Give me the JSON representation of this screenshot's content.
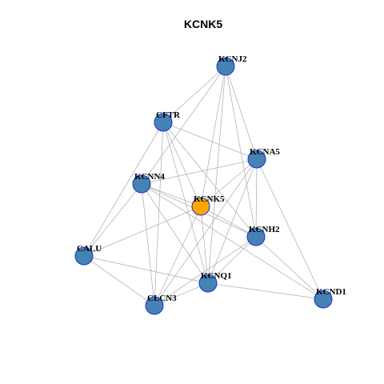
{
  "title": "KCNK5",
  "colors": {
    "node": "#4682b4",
    "center_node": "#ffa500",
    "node_border": "#1f2fd0",
    "edge": "#b4b4b4"
  },
  "nodes": [
    {
      "id": "KCNJ2",
      "label": "KCNJ2"
    },
    {
      "id": "CFTR",
      "label": "CFTR"
    },
    {
      "id": "KCNA5",
      "label": "KCNA5"
    },
    {
      "id": "KCNN4",
      "label": "KCNN4"
    },
    {
      "id": "KCNK5",
      "label": "KCNK5",
      "center": true
    },
    {
      "id": "KCNH2",
      "label": "KCNH2"
    },
    {
      "id": "CALU",
      "label": "CALU"
    },
    {
      "id": "KCNQ1",
      "label": "KCNQ1"
    },
    {
      "id": "KCND1",
      "label": "KCND1"
    },
    {
      "id": "CLCN3",
      "label": "CLCN3"
    }
  ],
  "edges": [
    [
      "KCNJ2",
      "CFTR"
    ],
    [
      "KCNJ2",
      "KCNA5"
    ],
    [
      "KCNJ2",
      "KCNN4"
    ],
    [
      "KCNJ2",
      "KCNK5"
    ],
    [
      "KCNJ2",
      "KCNH2"
    ],
    [
      "KCNJ2",
      "KCNQ1"
    ],
    [
      "CFTR",
      "KCNA5"
    ],
    [
      "CFTR",
      "KCNK5"
    ],
    [
      "CFTR",
      "KCNH2"
    ],
    [
      "CFTR",
      "KCNQ1"
    ],
    [
      "CFTR",
      "CALU"
    ],
    [
      "CFTR",
      "CLCN3"
    ],
    [
      "KCNA5",
      "KCNN4"
    ],
    [
      "KCNA5",
      "KCNK5"
    ],
    [
      "KCNA5",
      "KCNH2"
    ],
    [
      "KCNA5",
      "KCNQ1"
    ],
    [
      "KCNA5",
      "KCND1"
    ],
    [
      "KCNA5",
      "CLCN3"
    ],
    [
      "KCNN4",
      "KCNK5"
    ],
    [
      "KCNN4",
      "KCNH2"
    ],
    [
      "KCNN4",
      "KCNQ1"
    ],
    [
      "KCNN4",
      "CALU"
    ],
    [
      "KCNN4",
      "CLCN3"
    ],
    [
      "KCNN4",
      "KCND1"
    ],
    [
      "KCNK5",
      "KCNH2"
    ],
    [
      "KCNK5",
      "KCNQ1"
    ],
    [
      "KCNK5",
      "CALU"
    ],
    [
      "KCNK5",
      "CLCN3"
    ],
    [
      "KCNH2",
      "KCNQ1"
    ],
    [
      "KCNH2",
      "KCND1"
    ],
    [
      "KCNH2",
      "CLCN3"
    ],
    [
      "CALU",
      "KCNQ1"
    ],
    [
      "CALU",
      "CLCN3"
    ],
    [
      "KCNQ1",
      "KCND1"
    ],
    [
      "KCNQ1",
      "CLCN3"
    ]
  ]
}
